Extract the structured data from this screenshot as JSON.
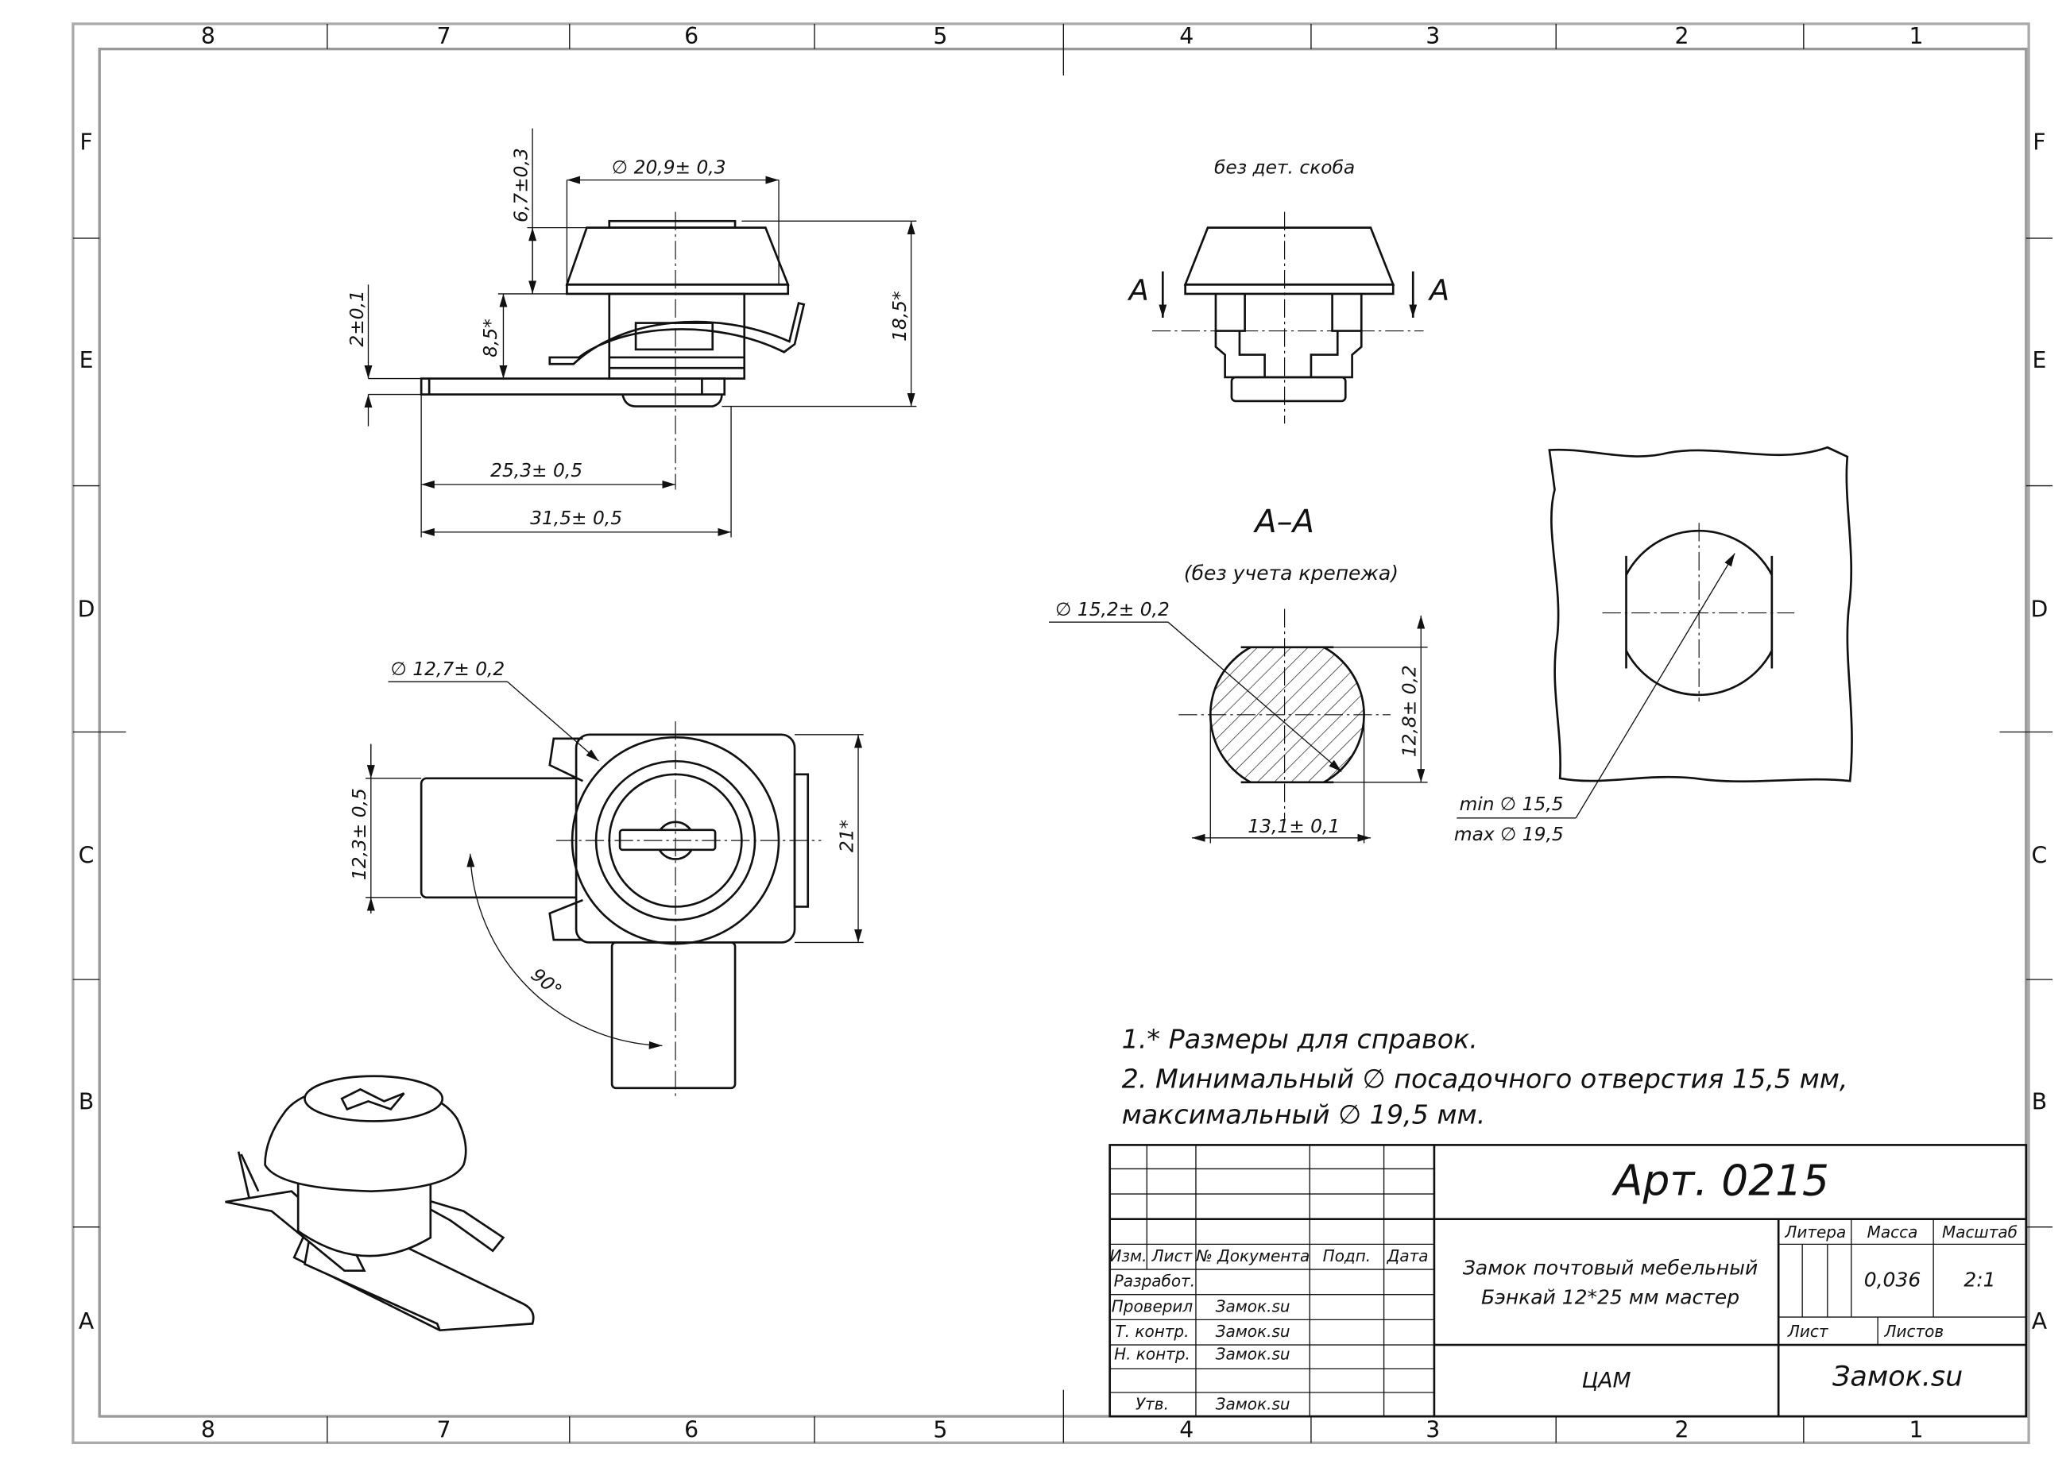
{
  "zones": {
    "columns": [
      "8",
      "7",
      "6",
      "5",
      "4",
      "3",
      "2",
      "1"
    ],
    "rows": [
      "F",
      "E",
      "D",
      "C",
      "B",
      "A"
    ]
  },
  "side_view": {
    "dia_head": "∅ 20,9± 0,3",
    "head_height": "6,7±0,3",
    "shaft_height": "8,5*",
    "plate_thickness": "2±0,1",
    "total_height": "18,5*",
    "axis_offset": "25,3± 0,5",
    "total_length": "31,5± 0,5"
  },
  "section_top": {
    "caption": "без дет. скоба",
    "cut_left": "A",
    "cut_right": "A"
  },
  "section_aa": {
    "title": "А–А",
    "subtitle": "(без учета крепежа)",
    "diameter": "∅ 15,2± 0,2",
    "height": "12,8± 0,2",
    "width": "13,1± 0,1"
  },
  "hole": {
    "min": "min ∅ 15,5",
    "max": "max ∅ 19,5"
  },
  "front_view": {
    "diameter": "∅ 12,7± 0,2",
    "width": "12,3± 0,5",
    "height": "21*",
    "angle": "90°"
  },
  "notes": [
    "1.* Размеры для справок.",
    "2. Минимальный ∅ посадочного отверстия 15,5 мм,",
    "максимальный ∅  19,5 мм."
  ],
  "title_block": {
    "article": "Арт. 0215",
    "headers": [
      "Изм.",
      "Лист",
      "№ Документа",
      "Подп.",
      "Дата"
    ],
    "roles": [
      {
        "role": "Разработ.",
        "name": ""
      },
      {
        "role": "Проверил",
        "name": "Замок.su"
      },
      {
        "role": "Т. контр.",
        "name": "Замок.su"
      },
      {
        "role": "Н. контр.",
        "name": "Замок.su"
      },
      {
        "role": "",
        "name": ""
      },
      {
        "role": "Утв.",
        "name": "Замок.su"
      }
    ],
    "name_line1": "Замок почтовый мебельный",
    "name_line2": "Бэнкай 12*25 мм мастер",
    "litera_label": "Литера",
    "mass_label": "Масса",
    "scale_label": "Масштаб",
    "mass": "0,036",
    "scale": "2:1",
    "sheet_label": "Лист",
    "sheets_label": "Листов",
    "material": "ЦАМ",
    "company": "Замок.su"
  }
}
